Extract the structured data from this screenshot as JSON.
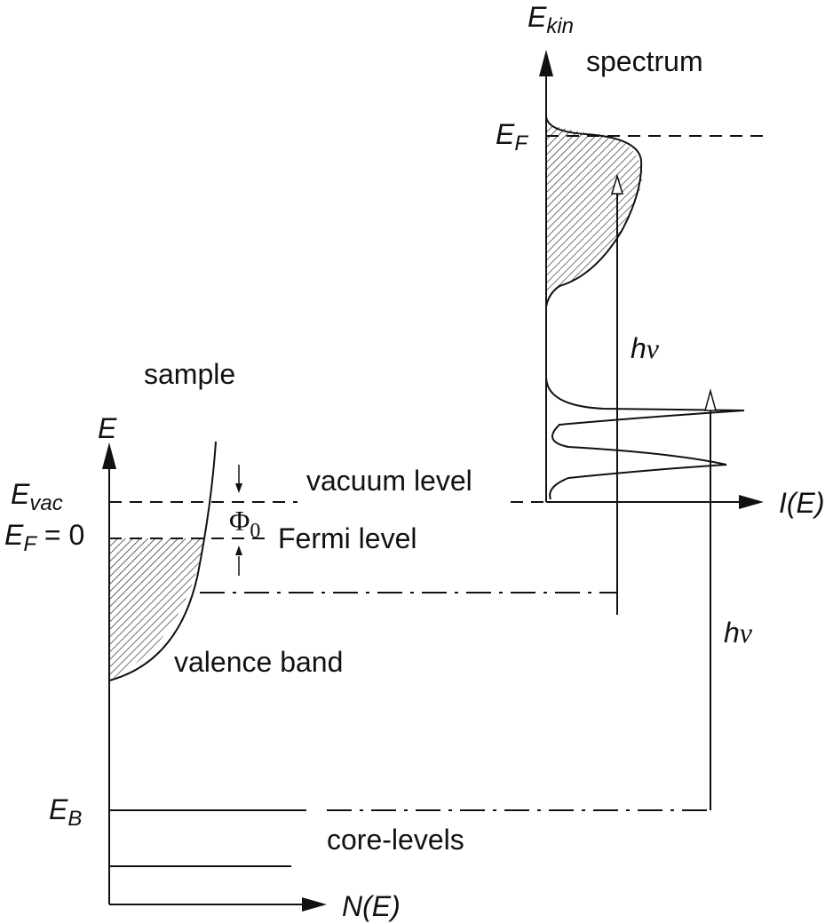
{
  "colors": {
    "ink": "#111111",
    "background": "#ffffff",
    "hatch": "#111111"
  },
  "labels": {
    "sample": "sample",
    "spectrum": "spectrum",
    "vacuum_level": "vacuum level",
    "fermi_level": "Fermi level",
    "valence_band": "valence band",
    "core_levels": "core-levels"
  },
  "axes": {
    "left_y": "E",
    "left_x": "N(E)",
    "right_y": {
      "main": "E",
      "sub": "kin"
    },
    "right_x": "I(E)"
  },
  "energy_markers": {
    "e_vac": {
      "main": "E",
      "sub": "vac"
    },
    "e_f_zero": {
      "main": "E",
      "sub": "F",
      "suffix": " = 0"
    },
    "e_b": {
      "main": "E",
      "sub": "B"
    },
    "e_f_spectrum": {
      "main": "E",
      "sub": "F"
    }
  },
  "work_function": {
    "symbol": "Φ",
    "sub": "0"
  },
  "photon_energy": {
    "h": "h",
    "nu": "ν"
  }
}
